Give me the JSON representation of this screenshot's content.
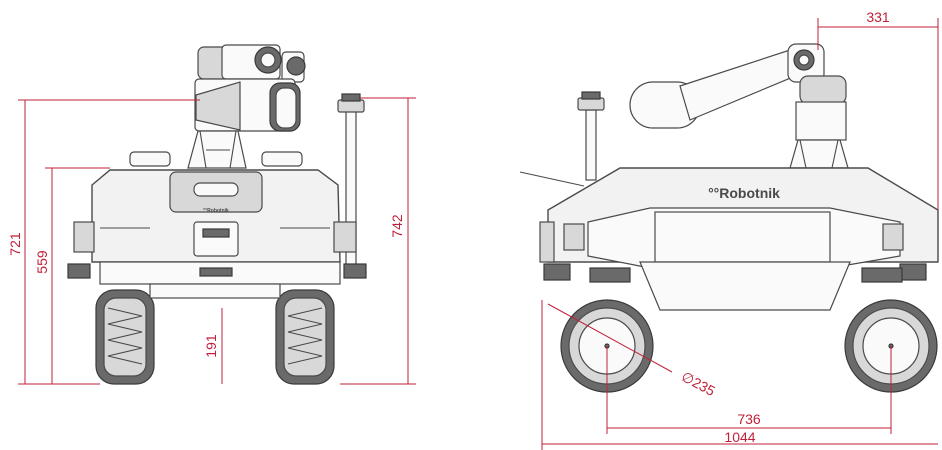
{
  "front_view": {
    "dim_total_height": "721",
    "dim_body_height": "559",
    "dim_ground_clearance": "191",
    "dim_mast_height": "742",
    "logo_small": "°°Robotnik"
  },
  "side_view": {
    "logo": "°°Robotnik",
    "dim_arm_overhang": "331",
    "dim_wheel_diameter": "∅235",
    "dim_wheelbase": "736",
    "dim_total_length": "1044"
  },
  "colors": {
    "dimension": "#c0213a",
    "outline": "#4a4a4a"
  }
}
